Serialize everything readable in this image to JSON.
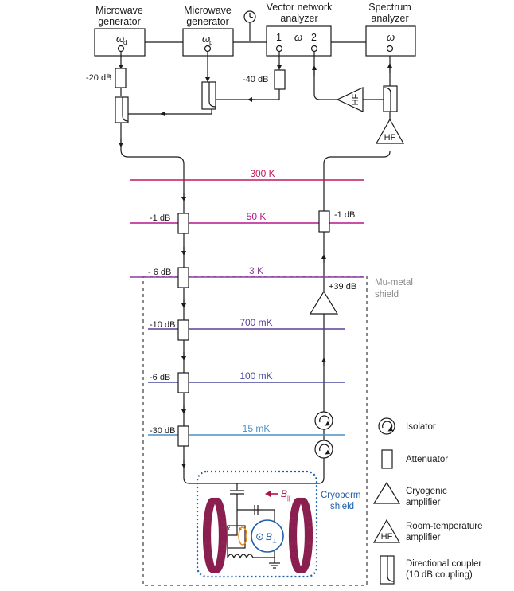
{
  "instruments": {
    "mw_drive": {
      "title_l1": "Microwave",
      "title_l2": "generator",
      "symbol": "ω",
      "sub": "d"
    },
    "mw_pump": {
      "title_l1": "Microwave",
      "title_l2": "generator",
      "symbol": "ω",
      "sub": "p"
    },
    "vna": {
      "title_l1": "Vector network",
      "title_l2": "analyzer",
      "port1": "1",
      "symbol": "ω",
      "port2": "2"
    },
    "sa": {
      "title_l1": "Spectrum",
      "title_l2": "analyzer",
      "symbol": "ω"
    }
  },
  "room_attenuators": {
    "drive": "-20 dB",
    "vna": "-40 dB"
  },
  "amplifiers": {
    "hf_label": "HF",
    "cryo_gain": "+39 dB"
  },
  "stages": [
    {
      "label": "300 K",
      "color": "#c2185b"
    },
    {
      "label": "50 K",
      "color": "#b5178c"
    },
    {
      "label": "3 K",
      "color": "#8e3aa6"
    },
    {
      "label": "700 mK",
      "color": "#5a3e98"
    },
    {
      "label": "100 mK",
      "color": "#4a4a9e"
    },
    {
      "label": "15 mK",
      "color": "#4a90c8"
    }
  ],
  "input_attenuators": [
    "-1 dB",
    "- 6 dB",
    "-10 dB",
    "-6 dB",
    "-30 dB"
  ],
  "output_attenuator": "-1 dB",
  "shields": {
    "mu_metal_l1": "Mu-metal",
    "mu_metal_l2": "shield",
    "cryoperm_l1": "Cryoperm",
    "cryoperm_l2": "shield"
  },
  "fields": {
    "b_par": "B",
    "b_par_sub": "||",
    "b_perp": "B",
    "b_perp_sub": "⊥",
    "b_dot": "⊙"
  },
  "legend": [
    {
      "l1": "Isolator",
      "l2": ""
    },
    {
      "l1": "Attenuator",
      "l2": ""
    },
    {
      "l1": "Cryogenic",
      "l2": "amplifier"
    },
    {
      "l1": "Room-temperature",
      "l2": "amplifier"
    },
    {
      "l1": "Directional coupler",
      "l2": "(10 dB coupling)"
    }
  ],
  "legend_hf": "HF",
  "colors": {
    "accent_blue": "#1f5fa8",
    "coil": "#8a1f4f",
    "bpar": "#b0124f",
    "mumetal": "#888888",
    "junction": "#e08a1a"
  }
}
